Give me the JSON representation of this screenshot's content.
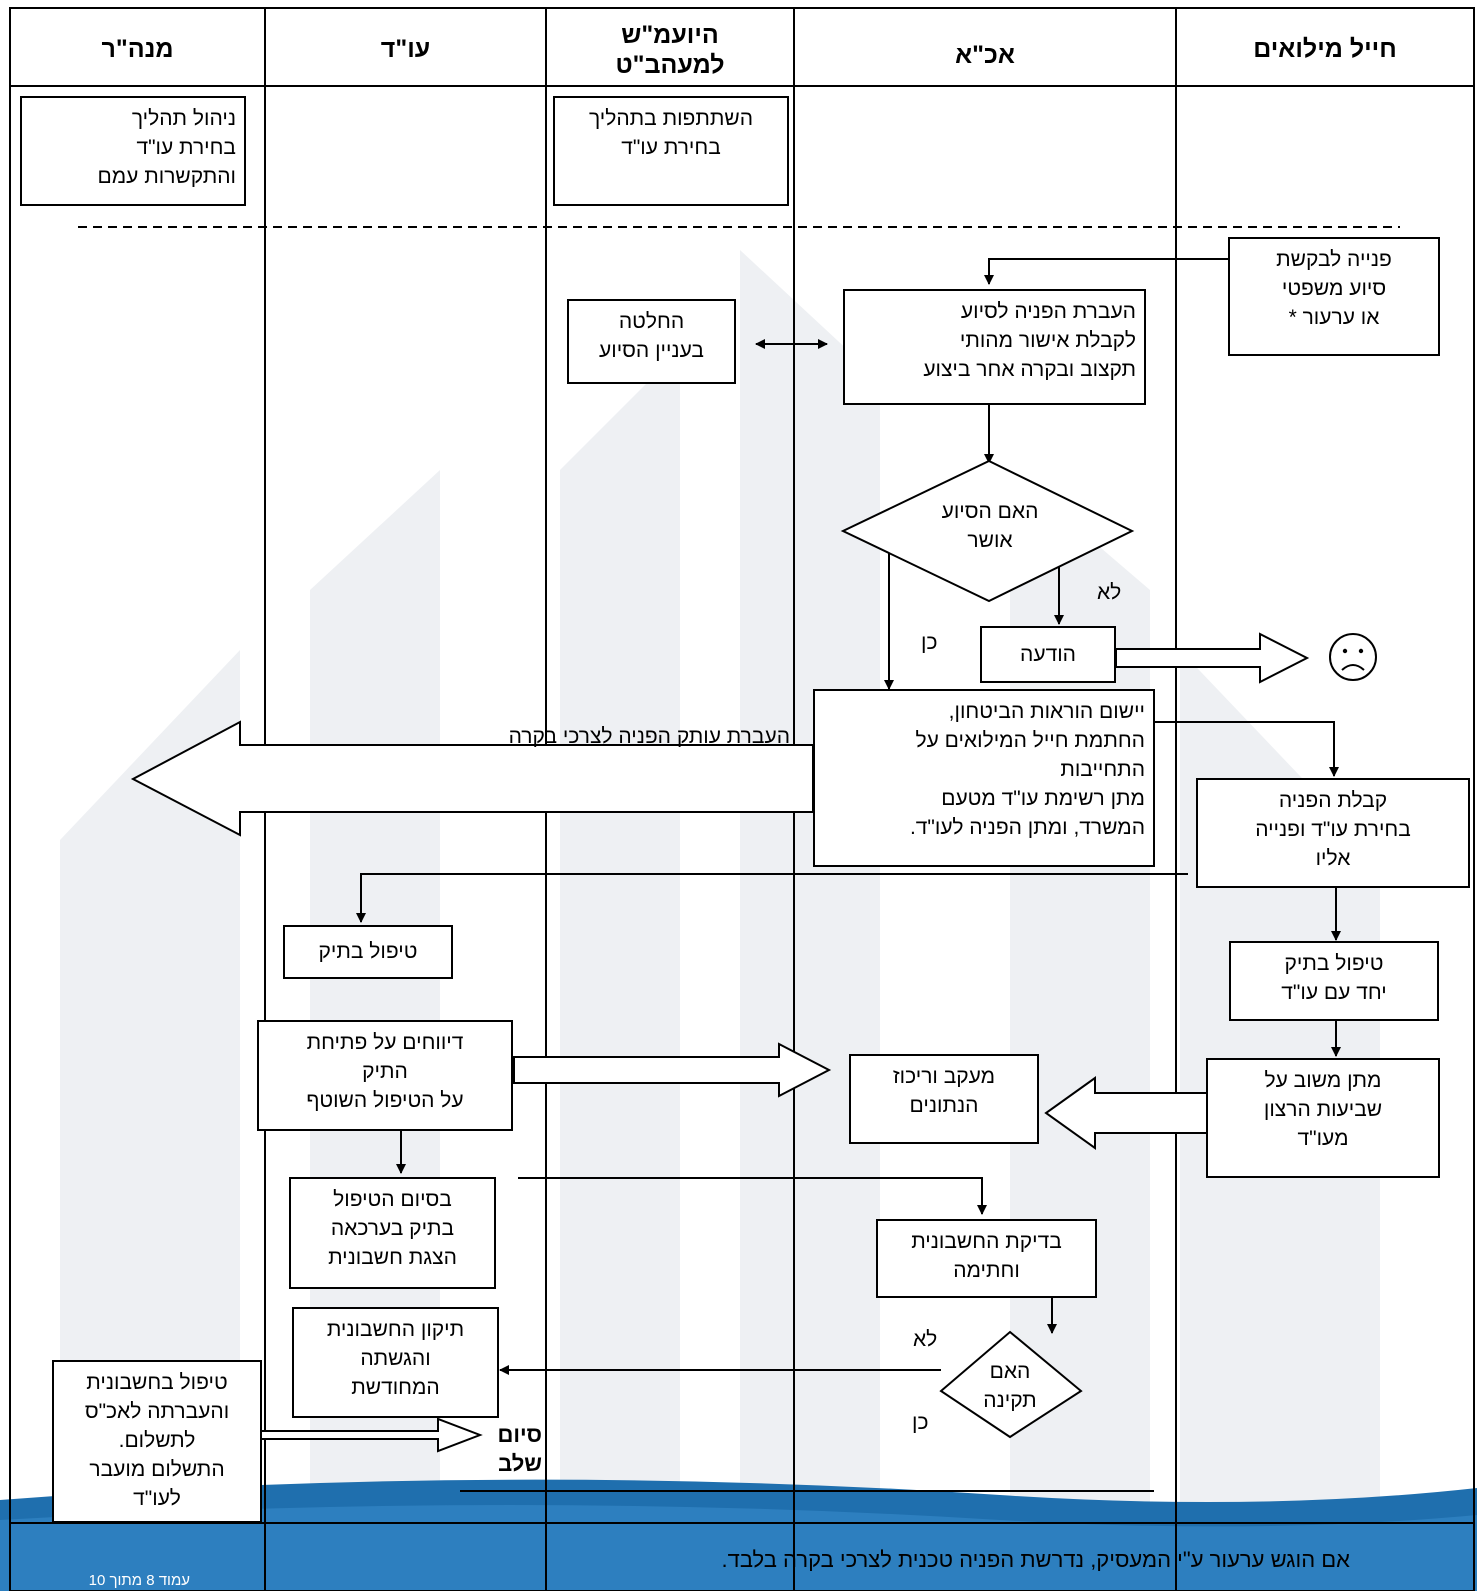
{
  "columns": [
    "מנה\"ר",
    "עו\"ד",
    "היועמ\"ש\nלמעהב\"ט",
    "אכ\"א",
    "חייל מילואים"
  ],
  "boxes": {
    "manage_process": "ניהול תהליך\nבחירת עו\"ד\nוהתקשרות עמם",
    "participate": "השתתפות בתהליך\nבחירת עו\"ד",
    "request": "פנייה לבקשת\nסיוע משפטי\nאו ערעור *",
    "transfer_request": "העברת הפניה לסיוע\nלקבלת אישור מהותי\nתקצוב ובקרה אחר ביצוע",
    "decision": "החלטה\nבעניין הסיוע",
    "question_approved": "האם הסיוע\nאושר",
    "notice": "הודעה",
    "implement": "יישום הוראות הביטחון,\nהחתמת חייל המילואים על\nהתחייבות\nמתן רשימת עו\"ד מטעם\nהמשרד, ומתן הפניה לעו\"ד.",
    "copy_transfer": "העברת עותק הפניה לצרכי בקרה",
    "receive": "קבלת הפניה\nבחירת עו\"ד ופנייה\nאליו",
    "handle_file_lawyer": "טיפול בתיק",
    "handle_file_soldier": "טיפול בתיק\nיחד עם עו\"ד",
    "reports": "דיווחים על פתיחת\nהתיק\nעל הטיפול השוטף",
    "tracking": "מעקב וריכוז\nהנתונים",
    "feedback": "מתן משוב על\nשביעות הרצון\nמעו\"ד",
    "end_treatment": "בסיום הטיפול\nבתיק בערכאה\nהצגת חשבונית",
    "check_invoice": "בדיקת החשבונית\nוחתימה",
    "question_valid": "האם\nתקינה",
    "fix_invoice": "תיקון החשבונית\nוהגשתה\nהמחודשת",
    "invoice_handling": "טיפול בחשבונית\nוהעברתה לאכ\"ס\nלתשלום.\nהתשלום מועבר\nלעו\"ד",
    "stage_end": "סיום\nשלב"
  },
  "labels": {
    "no_1": "לא",
    "yes_1": "כן",
    "no_2": "לא",
    "yes_2": "כן"
  },
  "footnote": "אם הוגש ערעור ע\"י המעסיק, נדרשת הפניה טכנית לצרכי בקרה בלבד.",
  "page_number": "עמוד 8 מתוך 10",
  "colors": {
    "line": "#000000",
    "watermark": "#e9ecef",
    "wave": "#1f6fae"
  }
}
